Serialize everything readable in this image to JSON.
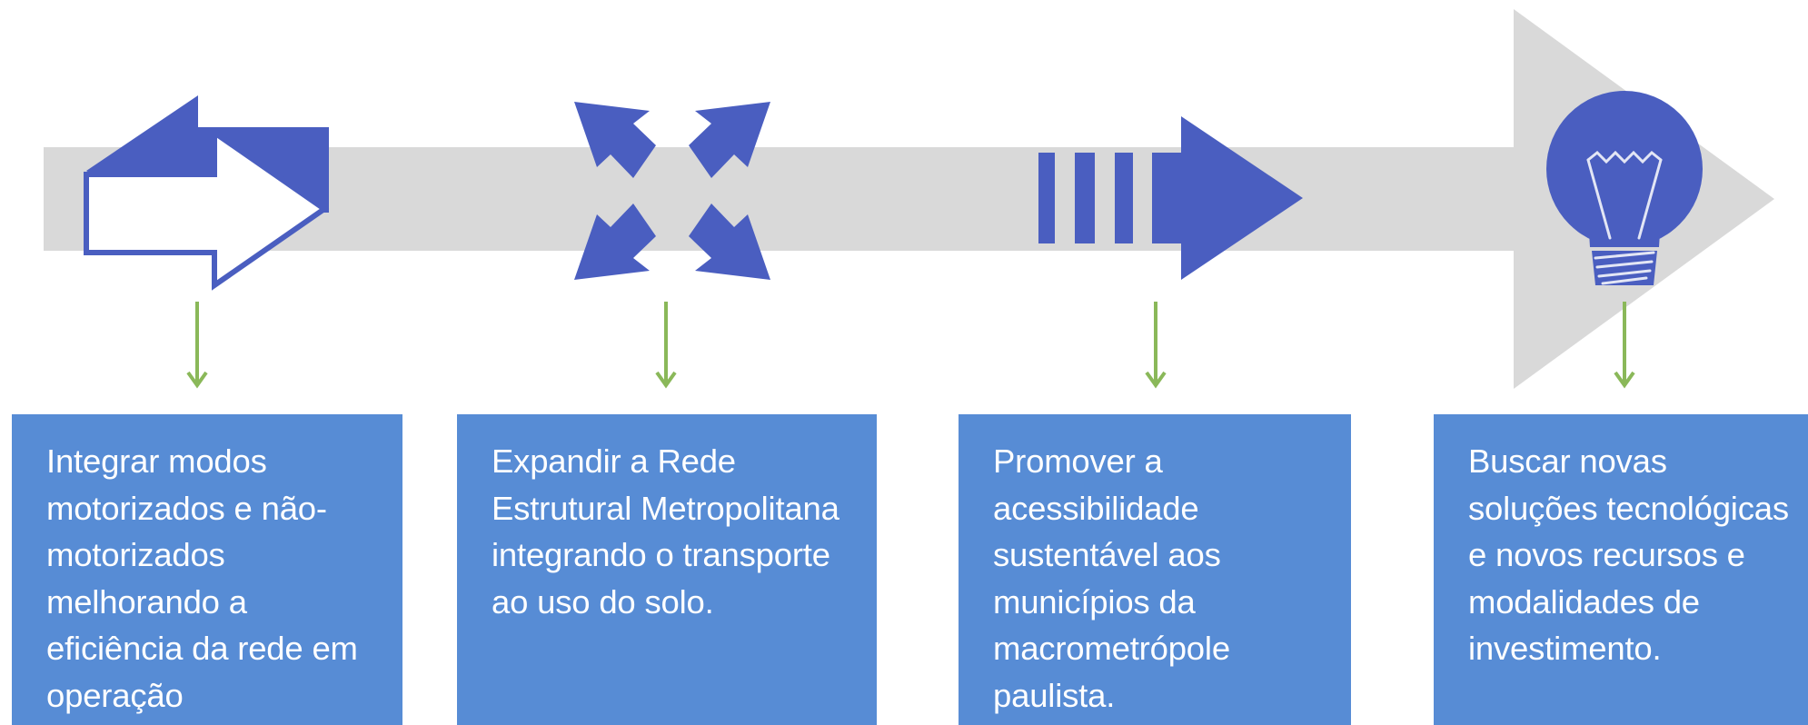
{
  "colors": {
    "arrow_band": "#d9d9d9",
    "icon_blue": "#4a5ec0",
    "connector_green": "#8ab859",
    "card_blue": "#578cd5",
    "card_text": "#ffffff"
  },
  "steps": [
    {
      "icon": "integrate-arrows-icon",
      "text": "Integrar modos motorizados e não-motorizados melhorando a eficiência da rede em operação"
    },
    {
      "icon": "expand-arrows-icon",
      "text": "Expandir a Rede Estrutural Metropolitana integrando o transporte ao uso do solo."
    },
    {
      "icon": "forward-arrow-icon",
      "text": "Promover a acessibilidade sustentável aos municípios da macrometrópole paulista."
    },
    {
      "icon": "light-bulb-icon",
      "text": "Buscar novas soluções tecnológicas e novos recursos e modalidades de investimento."
    }
  ]
}
